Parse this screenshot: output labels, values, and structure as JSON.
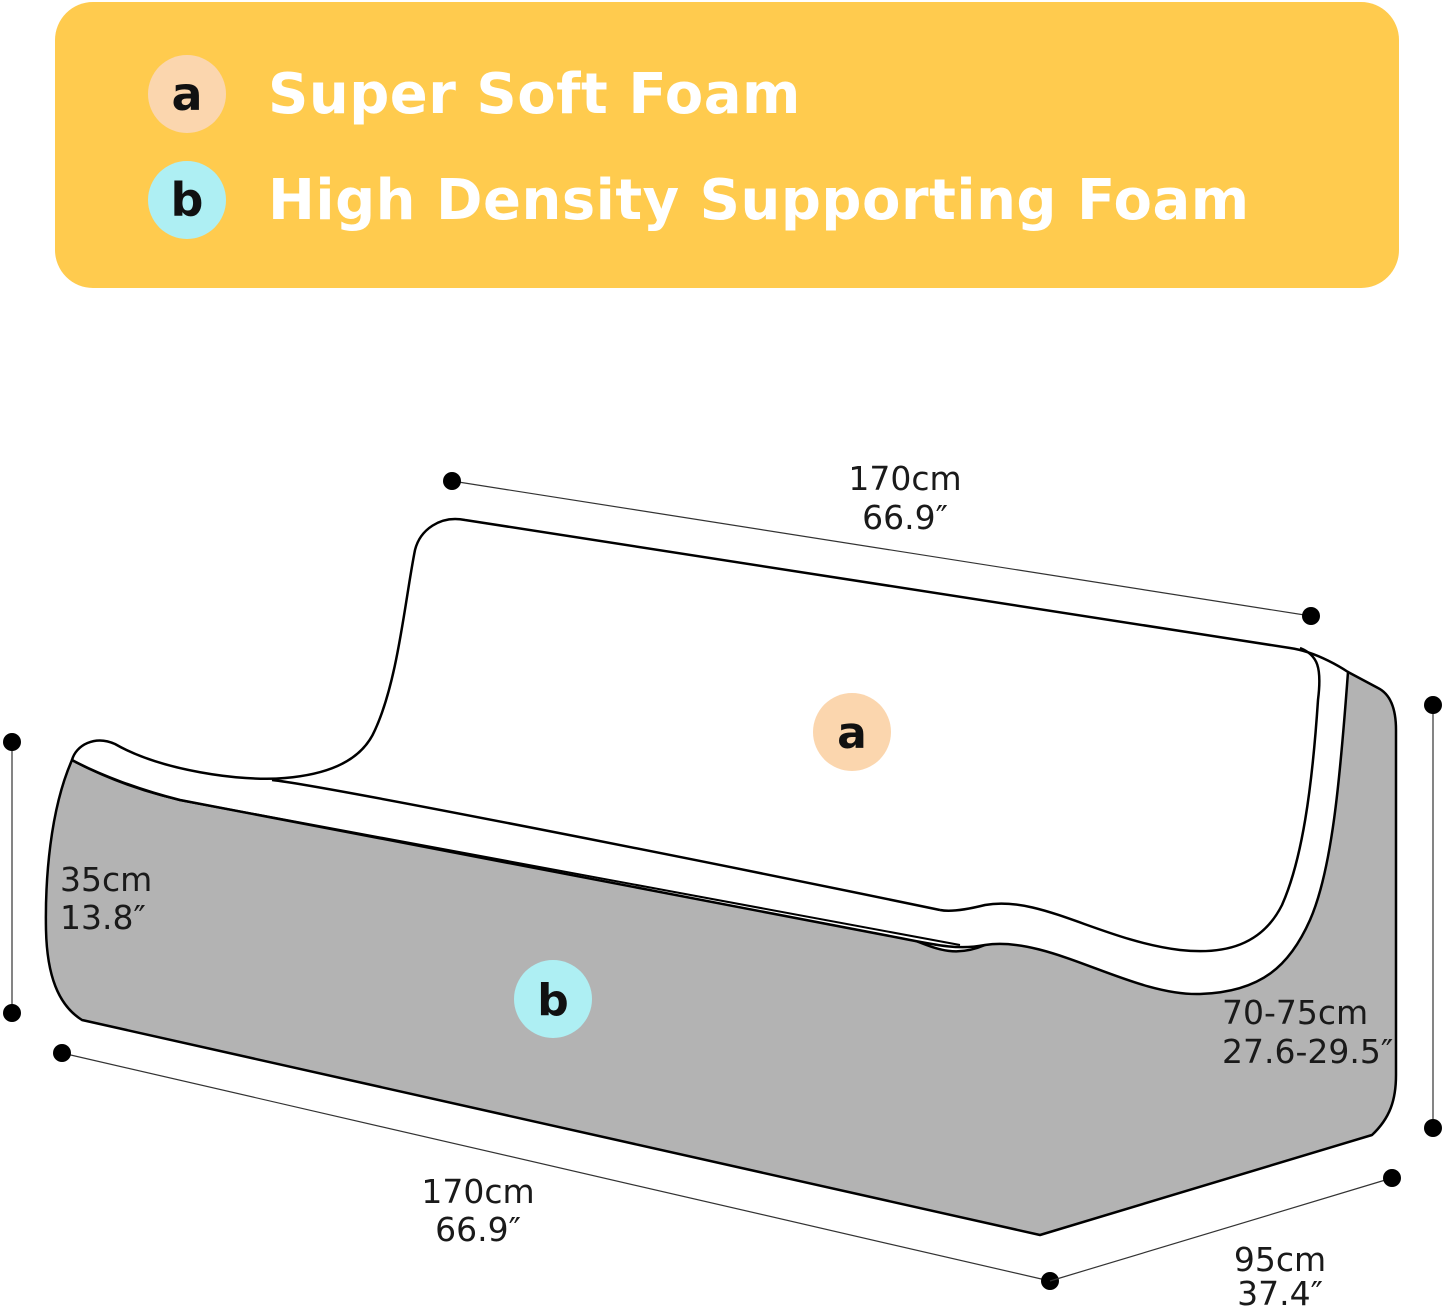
{
  "legend": {
    "items": [
      {
        "letter": "a",
        "label": "Super Soft Foam",
        "badge_color": "#FBD6AE"
      },
      {
        "letter": "b",
        "label": "High Density Supporting Foam",
        "badge_color": "#AEEFF3"
      }
    ],
    "panel_color": "#FFCB4E"
  },
  "diagram": {
    "soft_foam_color": "#FFFFFF",
    "support_foam_color": "#B3B3B3",
    "outline_color": "#000000",
    "parts": [
      {
        "letter": "a"
      },
      {
        "letter": "b"
      }
    ],
    "dimensions": {
      "top_length": {
        "metric": "170cm",
        "imperial": "66.9″"
      },
      "front_height": {
        "metric": "35cm",
        "imperial": "13.8″"
      },
      "back_height": {
        "metric": "70-75cm",
        "imperial": "27.6-29.5″"
      },
      "bottom_length": {
        "metric": "170cm",
        "imperial": "66.9″"
      },
      "depth": {
        "metric": "95cm",
        "imperial": "37.4″"
      }
    }
  }
}
